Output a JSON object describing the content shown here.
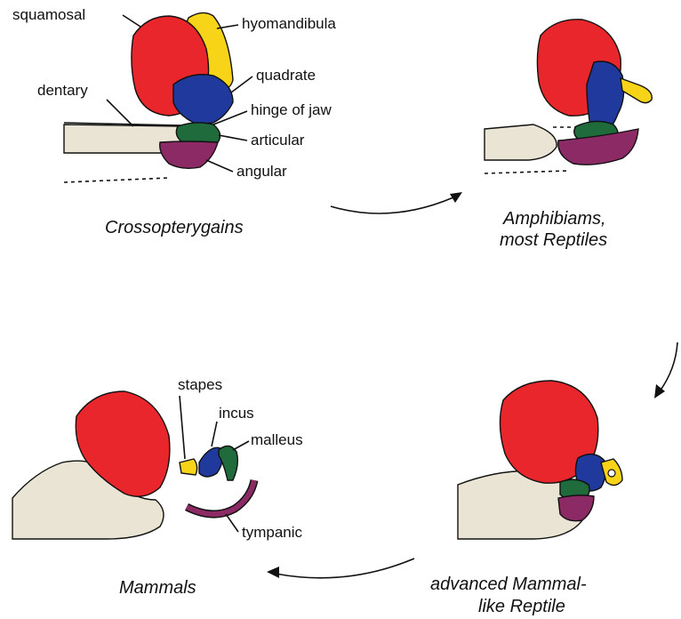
{
  "panels": {
    "crossopterygians": {
      "caption": "Crossopterygains",
      "labels": {
        "squamosal": "squamosal",
        "hyomandibula": "hyomandibula",
        "quadrate": "quadrate",
        "dentary": "dentary",
        "hinge_of_jaw": "hinge of jaw",
        "articular": "articular",
        "angular": "angular"
      }
    },
    "amphibians": {
      "caption_line1": "Amphibiams,",
      "caption_line2": "most Reptiles"
    },
    "mammal_like": {
      "caption_line1": "advanced Mammal-",
      "caption_line2": "like Reptile"
    },
    "mammals": {
      "caption": "Mammals",
      "labels": {
        "stapes": "stapes",
        "incus": "incus",
        "malleus": "malleus",
        "tympanic": "tympanic"
      }
    }
  },
  "colors": {
    "squamosal": "#e8262b",
    "hyomandibula": "#f7d417",
    "quadrate": "#1f3a9c",
    "articular": "#1f6b3c",
    "angular": "#8c2a66",
    "dentary": "#e9e4d4"
  }
}
